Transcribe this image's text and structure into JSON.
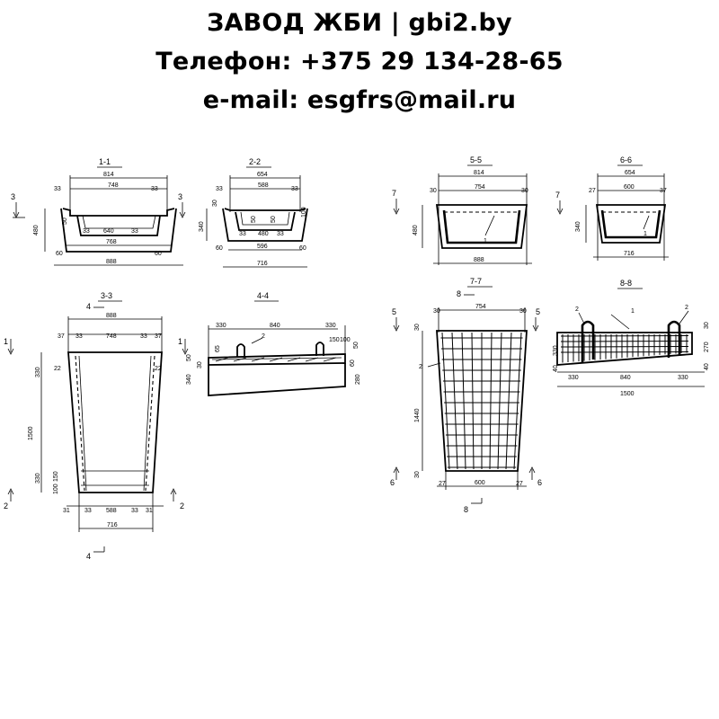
{
  "header": {
    "line1": "ЗАВОД ЖБИ | gbi2.by",
    "line2": "Телефон: +375 29 134-28-65",
    "line3": "e-mail: esgfrs@mail.ru"
  },
  "sections": {
    "s11": {
      "title": "1-1",
      "d_top": "814",
      "d_inner": "748",
      "d_side_l": "33",
      "d_side_r": "33",
      "d_height": "480",
      "d_lip": "50",
      "d_b1": "33",
      "d_mid": "640",
      "d_b2": "33",
      "d_bot_inner": "768",
      "d_bot_l": "60",
      "d_bot_r": "60",
      "d_total": "888",
      "cut_mark": "3"
    },
    "s22": {
      "title": "2-2",
      "d_top": "654",
      "d_inner": "588",
      "d_side_l": "33",
      "d_side_r": "33",
      "d_height": "340",
      "d_lip": "30",
      "d_mid1": "50",
      "d_mid2": "50",
      "d_rt": "100",
      "d_b1": "33",
      "d_mid": "480",
      "d_b2": "33",
      "d_bot_inner": "596",
      "d_bot_l": "60",
      "d_bot_r": "60",
      "d_total": "716",
      "cut_mark": "3"
    },
    "s55": {
      "title": "5-5",
      "d_top": "814",
      "d_inner": "754",
      "d_side_l": "30",
      "d_side_r": "30",
      "d_height": "480",
      "d_total": "888",
      "callout": "1",
      "cut_mark": "7"
    },
    "s66": {
      "title": "6-6",
      "d_top": "654",
      "d_inner": "600",
      "d_side_l": "27",
      "d_side_r": "37",
      "d_height": "340",
      "d_total": "716",
      "callout": "1"
    },
    "s33": {
      "title": "3-3",
      "cut4": "4",
      "d_top": "888",
      "d_l1": "37",
      "d_l2": "33",
      "d_inner": "748",
      "d_r2": "33",
      "d_r1": "37",
      "d_330": "330",
      "d_22a": "22",
      "d_22b": "22",
      "d_1500": "1500",
      "d_330b": "330",
      "d_150": "150",
      "d_100": "100",
      "d_bl1": "31",
      "d_bl2": "33",
      "d_bmid": "588",
      "d_br2": "33",
      "d_br1": "31",
      "d_bottom": "716",
      "cut1": "1",
      "cut2l": "2",
      "cut2r": "2",
      "cut4b": "4"
    },
    "s44": {
      "title": "4-4",
      "d_l": "330",
      "d_m": "840",
      "d_r": "330",
      "d_65": "65",
      "callout": "2",
      "d_150": "150",
      "d_100": "100",
      "d_50": "50",
      "d_50l": "50",
      "d_30": "30",
      "d_340": "340",
      "d_60": "60",
      "d_280": "280",
      "cut1": "1"
    },
    "s77": {
      "title": "7-7",
      "cut8": "8",
      "d_l": "30",
      "d_inner": "754",
      "d_r": "30",
      "d_30": "30",
      "d_1440": "1440",
      "d_30b": "30",
      "d_bl": "27",
      "d_bmid": "600",
      "d_br": "27",
      "callout": "2",
      "cut5": "5",
      "cut5r": "5",
      "cut6l": "6",
      "cut6r": "6",
      "cut8b": "8"
    },
    "s88": {
      "title": "8-8",
      "callout1": "1",
      "callout2a": "2",
      "callout2b": "2",
      "d_330l": "330",
      "d_840": "840",
      "d_330r": "330",
      "d_1500": "1500",
      "d_330v": "330",
      "d_40l": "40",
      "d_30r": "30",
      "d_270": "270",
      "d_40r": "40"
    }
  }
}
